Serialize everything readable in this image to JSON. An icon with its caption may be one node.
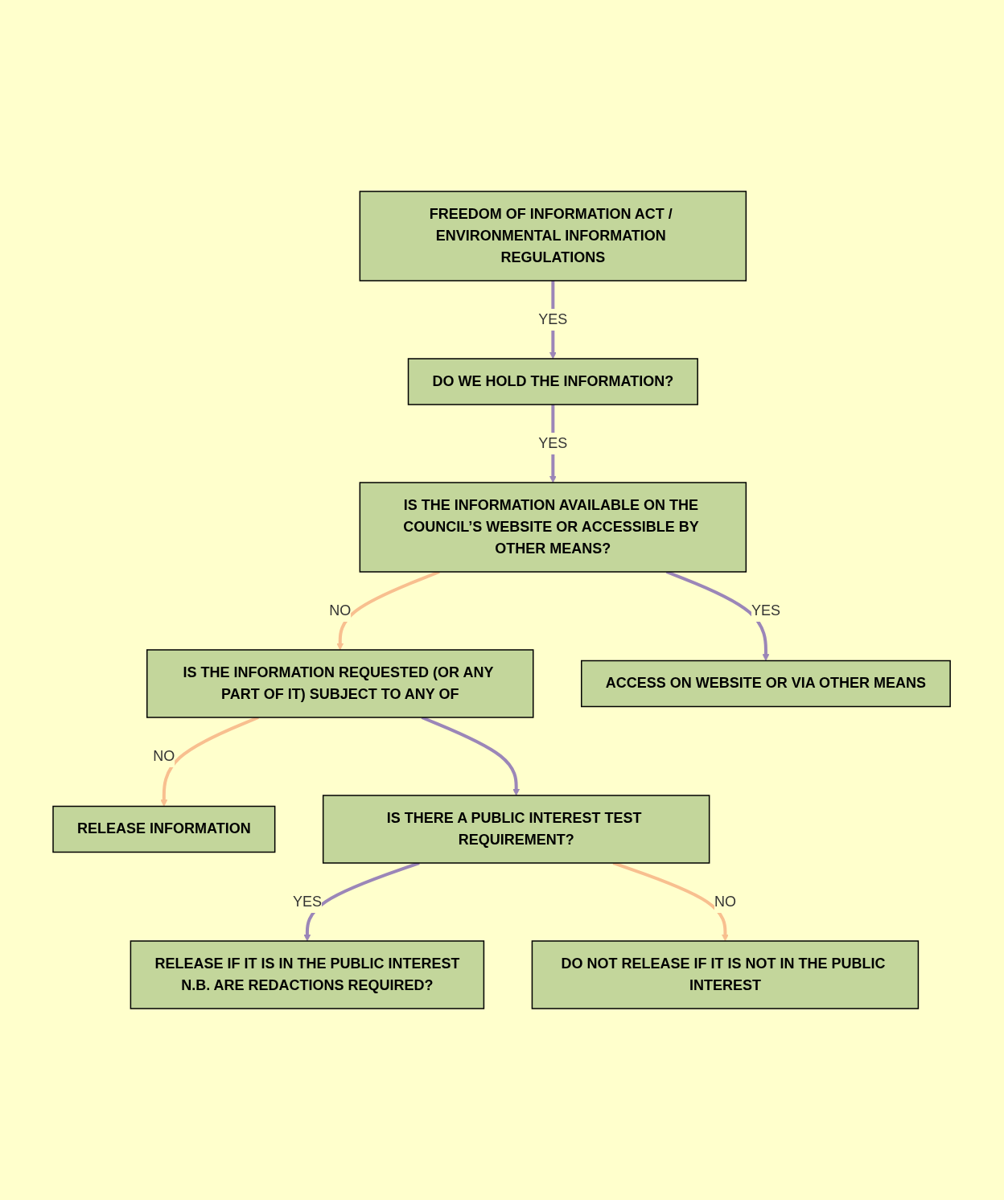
{
  "diagram": {
    "nodes": [
      {
        "text": [
          "FREEDOM OF INFORMATION ACT / ENVIRONMENTAL INFORMATION REGULATIONS"
        ]
      },
      {
        "text": [
          "DO WE HOLD THE INFORMATION?"
        ]
      },
      {
        "text": [
          "IS THE INFORMATION AVAILABLE ON THE COUNCIL’S WEBSITE OR ACCESSIBLE BY OTHER MEANS?"
        ]
      },
      {
        "text": [
          "IS THE INFORMATION REQUESTED (OR ANY PART OF IT) SUBJECT TO ANY OF"
        ]
      },
      {
        "text": [
          "ACCESS ON WEBSITE OR VIA OTHER MEANS"
        ]
      },
      {
        "text": [
          "RELEASE INFORMATION"
        ]
      },
      {
        "text": [
          "IS THERE A PUBLIC INTEREST TEST REQUIREMENT?"
        ]
      },
      {
        "text": [
          "RELEASE IF IT IS IN THE PUBLIC INTEREST",
          "N.B. ARE REDACTIONS REQUIRED?"
        ]
      },
      {
        "text": [
          "DO NOT RELEASE IF IT IS NOT IN THE PUBLIC INTEREST"
        ]
      }
    ],
    "edges": [
      {
        "from": 0,
        "to": 1,
        "arrow": "to",
        "label": "YES"
      },
      {
        "from": 1,
        "to": 2,
        "arrow": "to",
        "label": "YES"
      },
      {
        "from": 2,
        "to": 3,
        "arrow": "to",
        "label": "NO",
        "color": "#f8bf8f"
      },
      {
        "from": 2,
        "to": 4,
        "arrow": "to",
        "label": "YES"
      },
      {
        "from": 3,
        "to": 5,
        "arrow": "to",
        "label": "NO",
        "color": "#f8bf8f"
      },
      {
        "from": 3,
        "to": 6,
        "arrow": "to"
      },
      {
        "from": 6,
        "to": 7,
        "arrow": "to",
        "label": "YES"
      },
      {
        "from": 6,
        "to": 8,
        "arrow": "to",
        "label": "NO",
        "color": "#f8bf8f"
      }
    ]
  }
}
